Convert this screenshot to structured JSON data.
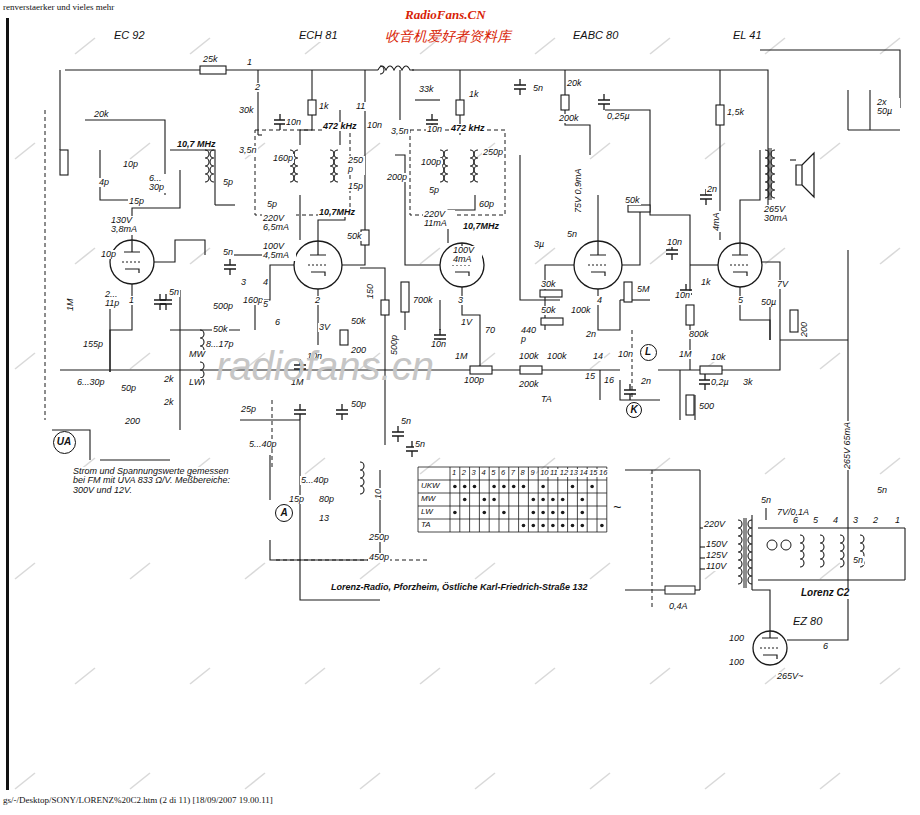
{
  "diagram": {
    "nodes": [
      {
        "text": [
          "UA"
        ]
      },
      {
        "text": [
          "A"
        ]
      },
      {
        "text": [
          "L"
        ]
      },
      {
        "text": [
          "K"
        ]
      }
    ],
    "labels": [
      "renverstaerker und vieles mehr",
      "RadioFans.CN",
      "收音机爱好者资料库",
      "EC 92",
      "ECH 81",
      "EABC 80",
      "EL 41",
      "25k",
      "1",
      "2",
      "30k",
      "10n",
      "1k",
      "472 kHz",
      "11",
      "10n",
      "3,5n",
      "160p",
      "250 p",
      "15p",
      "5p",
      "200p",
      "10,7MHz",
      "220V 6,5mA",
      "100V 4,5mA",
      "50k",
      "33k",
      "1k",
      "3,5n",
      "10n",
      "472 kHz",
      "100p",
      "5p",
      "250p",
      "60p",
      "220V 11mA",
      "10,7MHz",
      "100V 4mA",
      "5n",
      "20k",
      "200k",
      "0,25µ",
      "75V 0,9mA",
      "3µ",
      "5n",
      "50k",
      "30k",
      "5M",
      "10n",
      "1k",
      "800k",
      "10n",
      "4mA",
      "1,5k",
      "2n",
      "265V 30mA",
      "7V",
      "50µ",
      "200",
      "2x 50µ",
      "10k",
      "0,2µ",
      "3k",
      "1M",
      "500",
      "2n",
      "10n",
      "14",
      "15",
      "16",
      "TA",
      "50k",
      "100k",
      "440 p",
      "2n",
      "1M",
      "100p",
      "100k",
      "100k",
      "200k",
      "1V",
      "10n",
      "70",
      "700k",
      "150",
      "3V",
      "50k",
      "200",
      "10n",
      "1M",
      "50p",
      "500p",
      "5n",
      "5n",
      "130V 3,8mA",
      "20k",
      "10p",
      "4p",
      "6... 30p",
      "10,7 MHz",
      "5p",
      "15p",
      "1M",
      "10p",
      "2... 11p",
      "5n",
      "5n",
      "160p",
      "500p",
      "50k",
      "8...17p",
      "MW",
      "LW",
      "155p",
      "6...30p",
      "50p",
      "2k",
      "2k",
      "200",
      "3",
      "4",
      "5",
      "6",
      "25p",
      "5...40p",
      "5...40p",
      "15p",
      "80p",
      "13",
      "10",
      "250p",
      "450p",
      "Strom und Spannungswerte gemessen bei FM mit UVA 833 Ω/V. Meßbereiche: 300V und 12V.",
      "Lorenz-Radio, Pforzheim, Östliche Karl-Friedrich-Straße 132",
      "Lorenz C2",
      "5n",
      "220V",
      "150V",
      "125V",
      "110V",
      "0,4A",
      "100",
      "100",
      "265V~",
      "6",
      "EZ 80",
      "7V/0,1A",
      "6",
      "5",
      "4",
      "3",
      "2",
      "1",
      "5n",
      "5n",
      "~",
      "265V 65mA",
      "radiofans.cn",
      "gs/-/Desktop/SONY/LORENZ%20C2.htm (2 di 11) [18/09/2007 19.00.11]",
      "1",
      "2",
      "3",
      "4",
      "5",
      "1",
      "2",
      "3",
      "4",
      "5",
      "6",
      "7",
      "8",
      "9",
      "10",
      "11",
      "12",
      "13",
      "14",
      "15",
      "16",
      "UKW",
      "MW",
      "LW",
      "TA"
    ]
  }
}
